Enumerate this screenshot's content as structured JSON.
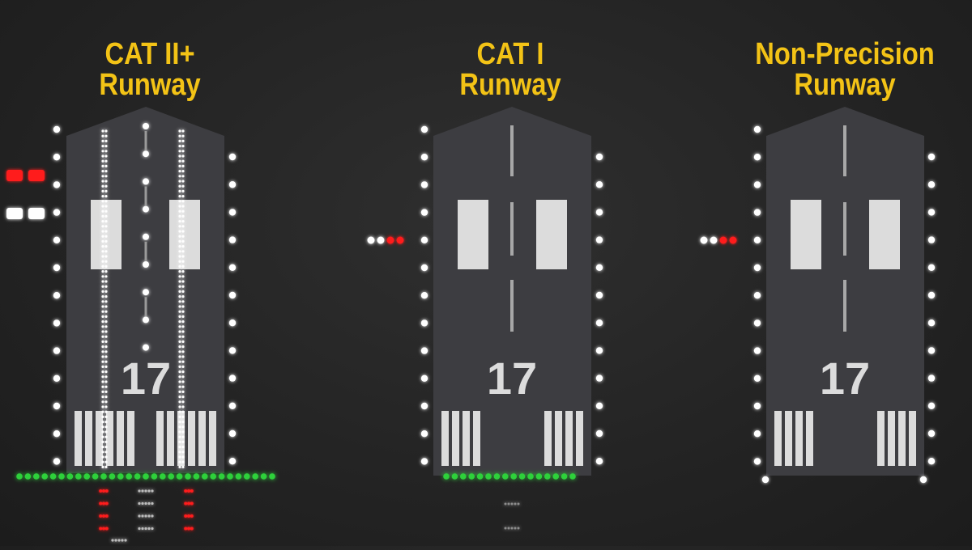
{
  "colors": {
    "background": "#262626",
    "runway": "#3d3d41",
    "title": "#f3c316",
    "marking": "#dcdcdc",
    "light_white": "#ffffff",
    "light_red": "#ff1e1e",
    "light_green": "#2fd13a"
  },
  "runways": [
    {
      "title_line1": "CAT II+",
      "title_line2": "Runway",
      "designator": "17",
      "approach_category": "CAT II+",
      "edge_lights": "white",
      "centerline": "lighted",
      "touchdown_zone_lights": true,
      "threshold_lights": "green",
      "approach_lights": "red side rows with centerline bars",
      "glide_path_indicator": "two-bar (red over white)"
    },
    {
      "title_line1": "CAT I",
      "title_line2": "Runway",
      "designator": "17",
      "approach_category": "CAT I",
      "edge_lights": "white",
      "centerline": "painted",
      "touchdown_zone_lights": false,
      "threshold_lights": "green",
      "approach_lights": "centerline bars",
      "glide_path_indicator": "four-light (2 white, 2 red)"
    },
    {
      "title_line1": "Non-Precision",
      "title_line2": "Runway",
      "designator": "17",
      "approach_category": "Non-Precision",
      "edge_lights": "white",
      "centerline": "painted",
      "touchdown_zone_lights": false,
      "threshold_lights": "none",
      "approach_lights": "none",
      "glide_path_indicator": "four-light (2 white, 2 red)"
    }
  ]
}
